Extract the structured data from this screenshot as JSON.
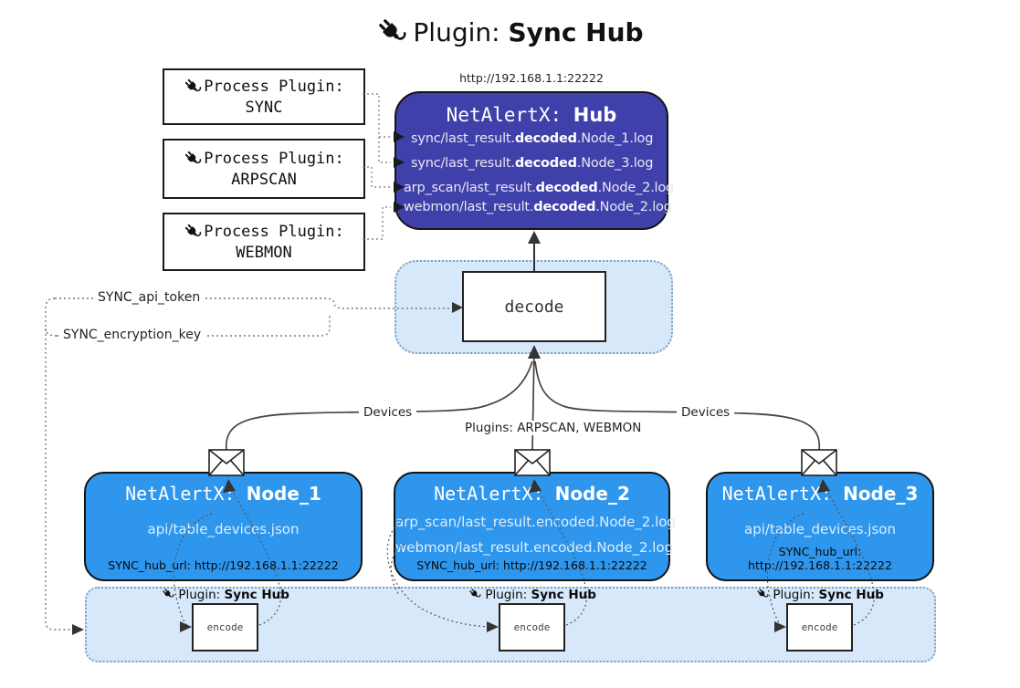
{
  "title": {
    "prefix": "Plugin: ",
    "name": "Sync Hub"
  },
  "hub": {
    "url": "http://192.168.1.1:22222",
    "title_prefix": "NetAlertX: ",
    "title_name": "Hub",
    "logs": [
      {
        "pre": "sync/last_result.",
        "bold": "decoded",
        "post": ".Node_1.log"
      },
      {
        "pre": "sync/last_result.",
        "bold": "decoded",
        "post": ".Node_3.log"
      },
      {
        "pre": "arp_scan/last_result.",
        "bold": "decoded",
        "post": ".Node_2.log"
      },
      {
        "pre": "webmon/last_result.",
        "bold": "decoded",
        "post": ".Node_2.log"
      }
    ]
  },
  "process_plugins": [
    {
      "label": "Process Plugin:",
      "name": "SYNC"
    },
    {
      "label": "Process Plugin:",
      "name": "ARPSCAN"
    },
    {
      "label": "Process Plugin:",
      "name": "WEBMON"
    }
  ],
  "decode": {
    "label": "decode"
  },
  "labels": {
    "sync_api_token": "SYNC_api_token",
    "sync_encryption_key": "SYNC_encryption_key",
    "devices_left": "Devices",
    "devices_right": "Devices",
    "plugins_mid": "Plugins: ARPSCAN, WEBMON"
  },
  "nodes": [
    {
      "title_prefix": "NetAlertX: ",
      "title_name": "Node_1",
      "lines": [
        "api/table_devices.json"
      ],
      "footer": "SYNC_hub_url: http://192.168.1.1:22222"
    },
    {
      "title_prefix": "NetAlertX: ",
      "title_name": "Node_2",
      "lines": [
        "arp_scan/last_result.encoded.Node_2.log",
        "webmon/last_result.encoded.Node_2.log"
      ],
      "footer": "SYNC_hub_url: http://192.168.1.1:22222"
    },
    {
      "title_prefix": "NetAlertX: ",
      "title_name": "Node_3",
      "lines": [
        "api/table_devices.json"
      ],
      "footer": "SYNC_hub_url: http://192.168.1.1:22222"
    }
  ],
  "encode": {
    "plugin_label": "Plugin: ",
    "plugin_name": "Sync Hub",
    "box_label": "encode"
  },
  "colors": {
    "hub": "#4040ab",
    "node": "#2e96ed",
    "container": "#d6e8fa"
  }
}
